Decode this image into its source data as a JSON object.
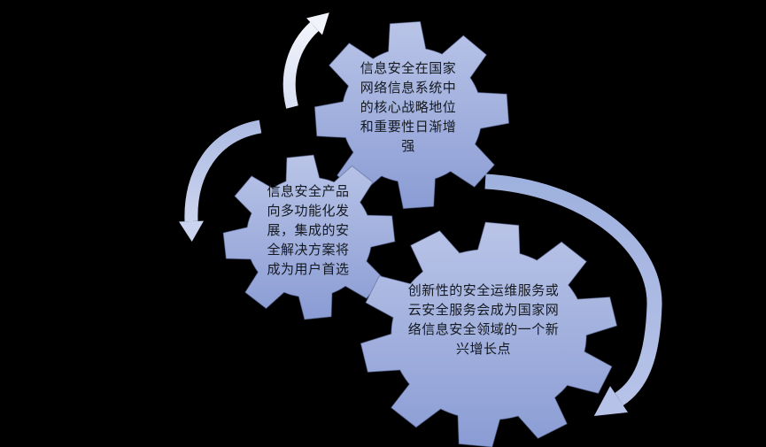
{
  "diagram": {
    "type": "gear-smartart",
    "gears": [
      {
        "name": "gear-national-strategy",
        "lines": [
          "信息安全在国家",
          "网络信息系统中",
          "的核心战略地位",
          "和重要性日渐增",
          "强"
        ]
      },
      {
        "name": "gear-product-trend",
        "lines": [
          "信息安全产品",
          "向多功能化发",
          "展，集成的安",
          "全解决方案将",
          "成为用户首选"
        ]
      },
      {
        "name": "gear-service-growth",
        "lines": [
          "创新性的安全运维服务或",
          "云安全服务会成为国家网",
          "络信息安全领域的一个新",
          "兴增长点"
        ]
      }
    ],
    "arrows": [
      {
        "name": "curved-arrow-up-icon"
      },
      {
        "name": "curved-arrow-down-left-icon"
      },
      {
        "name": "curved-arrow-right-sweep-icon"
      }
    ]
  },
  "colors": {
    "background": "#000000",
    "text": "#14181f",
    "gear_fill_top": "#b9c4e7",
    "gear_fill_bottom": "#8a9cd4",
    "gear_outline": "#55628f",
    "arrow_up_tail": "#d8dff3",
    "arrow_up_head": "#f1f3fb",
    "arrow_down_tail": "#aebce3",
    "arrow_down_head": "#cbd4ee",
    "arrow_sweep_tail": "#9fb1de",
    "arrow_sweep_head": "#b6c2e8"
  }
}
